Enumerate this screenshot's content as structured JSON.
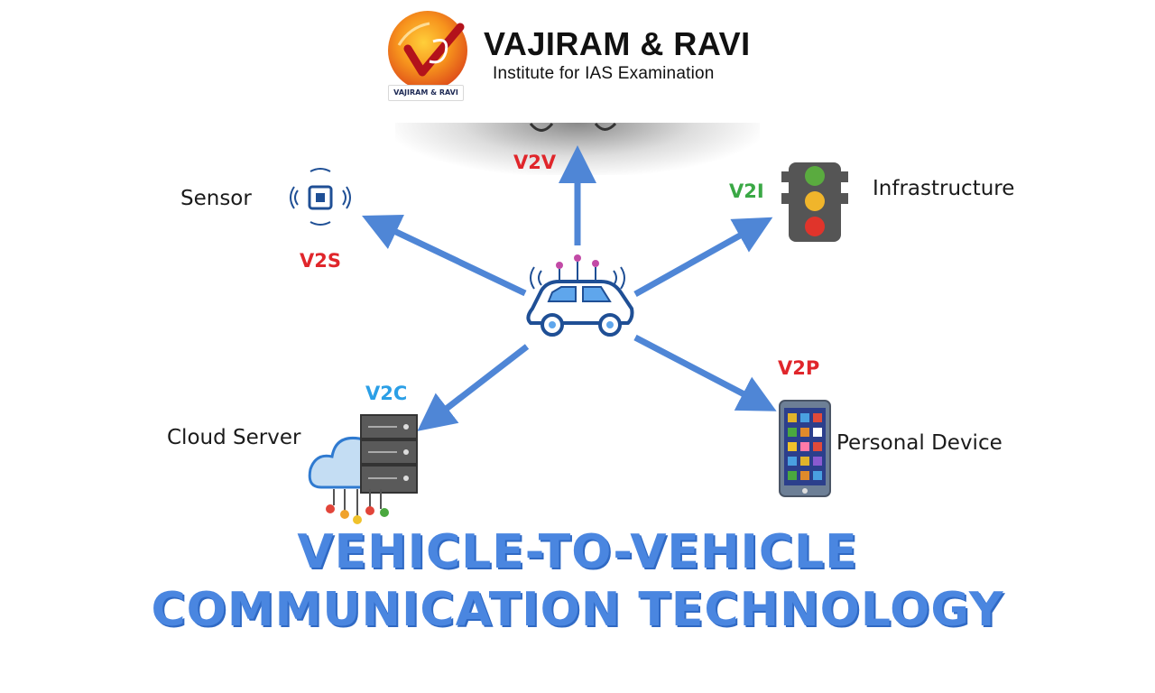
{
  "header": {
    "brand_name": "VAJIRAM & RAVI",
    "tagline": "Institute for IAS Examination",
    "emblem_ribbon": "VAJIRAM & RAVI"
  },
  "diagram": {
    "center": {
      "icon": "connected-car-icon"
    },
    "nodes": [
      {
        "id": "sensor",
        "label": "Sensor",
        "link": "V2S",
        "link_color": "#e0262b",
        "icon": "sensor-icon"
      },
      {
        "id": "infrastructure",
        "label": "Infrastructure",
        "link": "V2I",
        "link_color": "#3aa845",
        "icon": "traffic-light-icon"
      },
      {
        "id": "cloud",
        "label": "Cloud Server",
        "link": "V2C",
        "link_color": "#2b9fe6",
        "icon": "cloud-server-icon"
      },
      {
        "id": "personal",
        "label": "Personal Device",
        "link": "V2P",
        "link_color": "#e0262b",
        "icon": "smartphone-icon"
      },
      {
        "id": "vehicle",
        "label": "",
        "link": "V2V",
        "link_color": "#e0262b",
        "icon": "vehicle-icon"
      }
    ],
    "arrow_color": "#4f86d6"
  },
  "title": {
    "line1": "VEHICLE-TO-VEHICLE",
    "line2": "COMMUNICATION TECHNOLOGY",
    "color": "#4a86e0"
  }
}
